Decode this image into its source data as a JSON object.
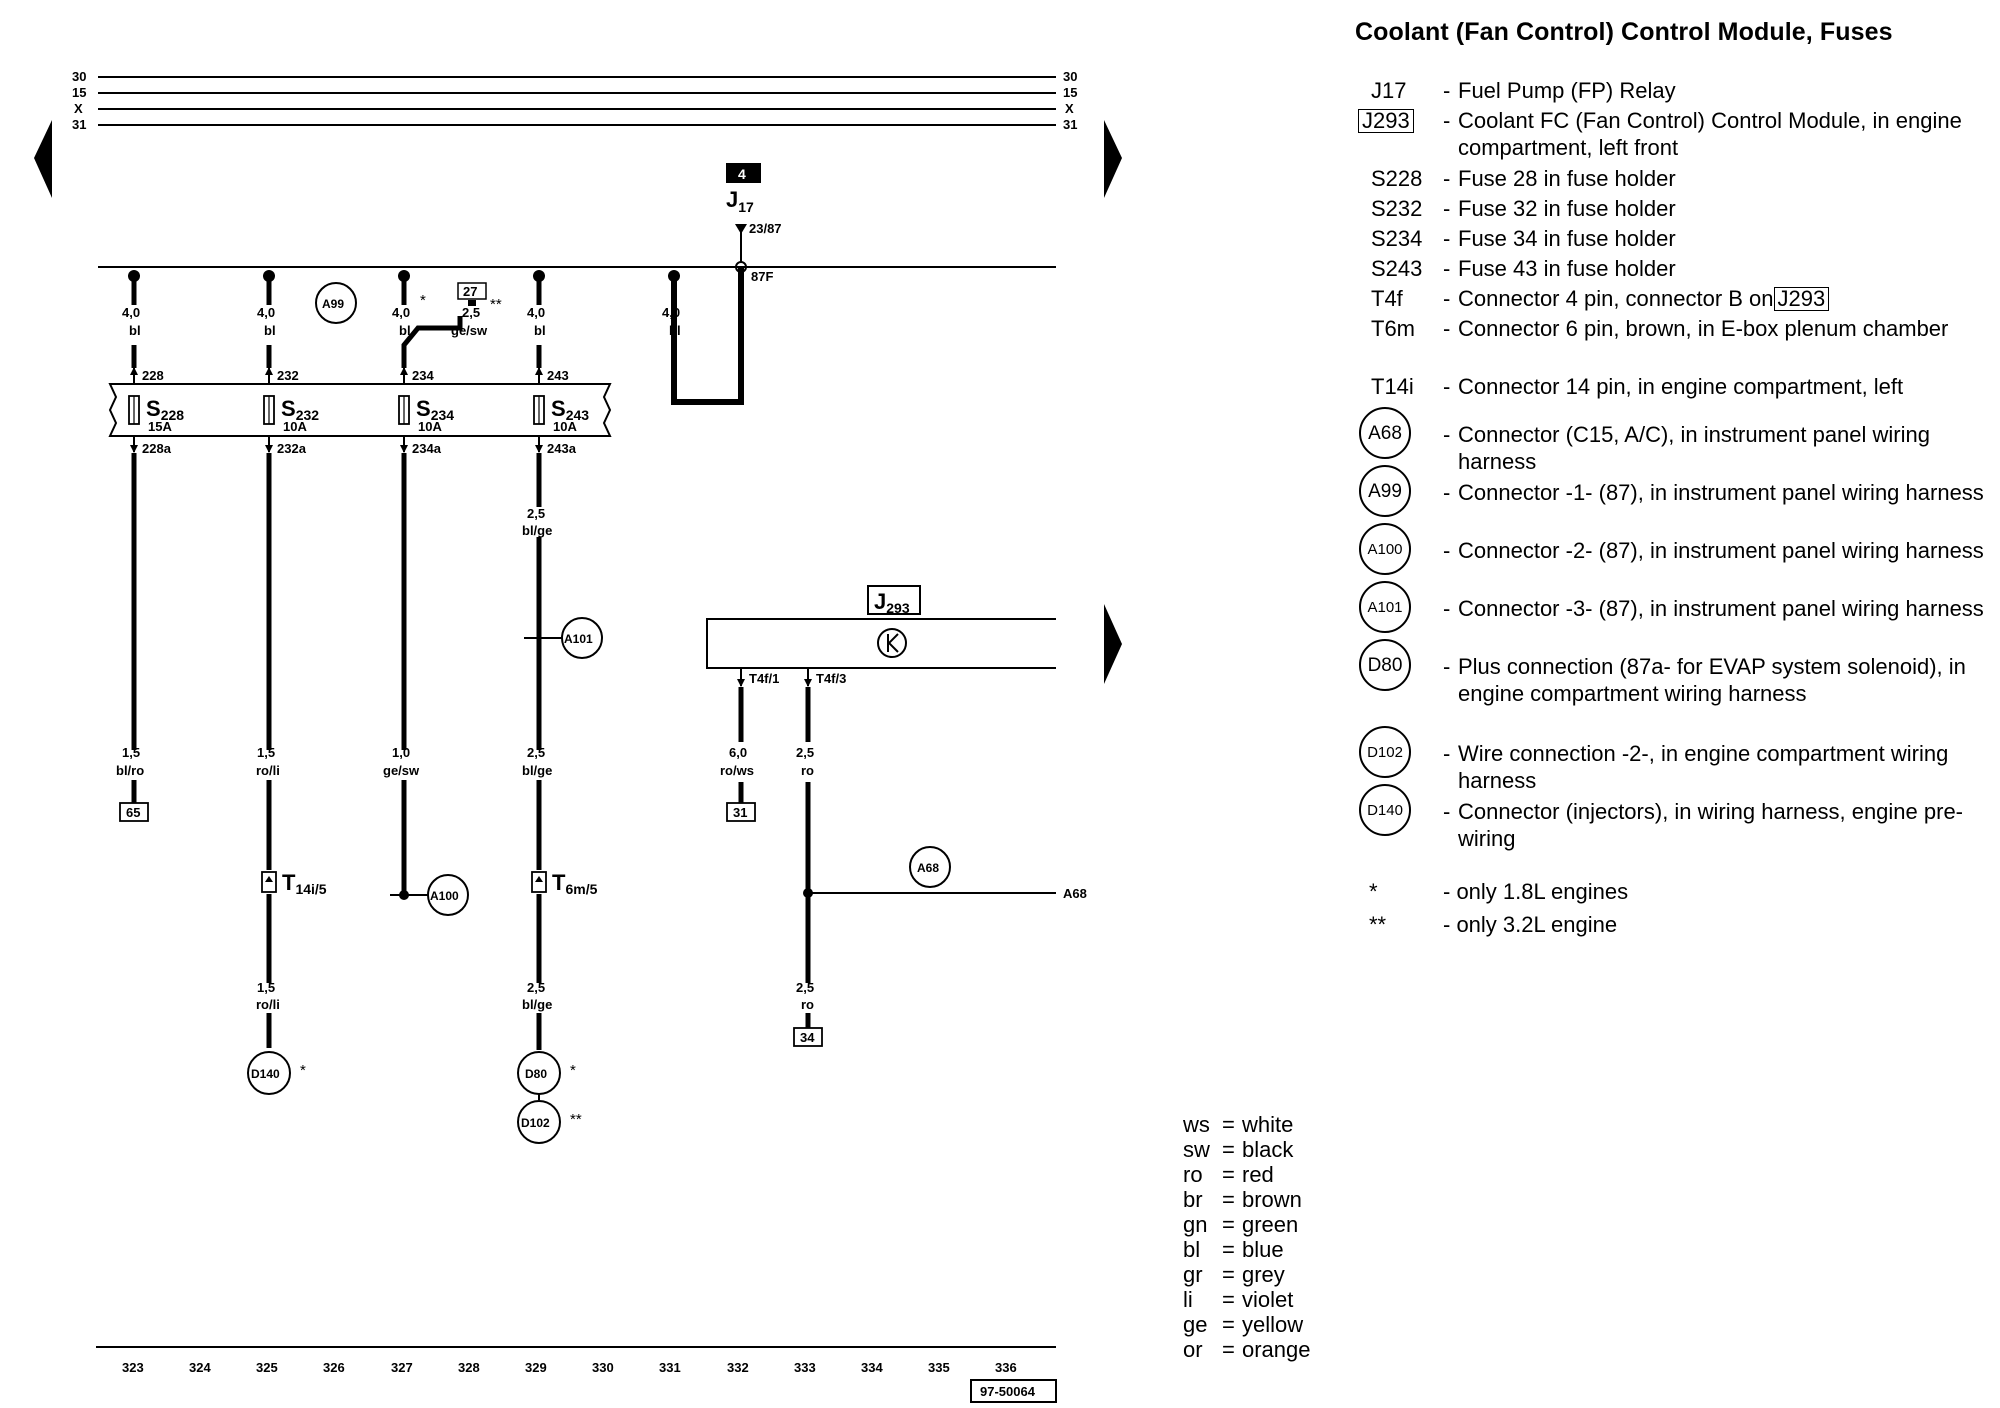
{
  "title": "Coolant (Fan Control) Control Module, Fuses",
  "bus_labels": [
    "30",
    "15",
    "X",
    "31"
  ],
  "relay": {
    "ref": "4",
    "name": "J",
    "sub": "17",
    "terminal": "23/87",
    "out_terminal": "87F"
  },
  "fuses": [
    {
      "id": "s228",
      "name": "S",
      "sub": "228",
      "rating": "15A",
      "in_terminal": "228",
      "out_terminal": "228a",
      "in_wire": {
        "gauge": "4,0",
        "color": "bl"
      },
      "out_wire": {
        "gauge": "1,5",
        "color": "bl/ro"
      }
    },
    {
      "id": "s232",
      "name": "S",
      "sub": "232",
      "rating": "10A",
      "in_terminal": "232",
      "out_terminal": "232a",
      "in_wire": {
        "gauge": "4,0",
        "color": "bl"
      },
      "out_wire": {
        "gauge": "1,5",
        "color": "ro/li"
      }
    },
    {
      "id": "s234",
      "name": "S",
      "sub": "234",
      "rating": "10A",
      "in_terminal": "234",
      "out_terminal": "234a",
      "in_wire": {
        "gauge": "4,0",
        "color": "bl"
      },
      "out_wire": {
        "gauge": "1,0",
        "color": "ge/sw"
      }
    },
    {
      "id": "s243",
      "name": "S",
      "sub": "243",
      "rating": "10A",
      "in_terminal": "243",
      "out_terminal": "243a",
      "in_wire": {
        "gauge": "4,0",
        "color": "bl"
      },
      "out_wire": {
        "gauge": "2,5",
        "color": "bl/ge"
      }
    }
  ],
  "extra_wires": {
    "alt_234": {
      "gauge": "2,5",
      "color": "ge/sw",
      "ref": "27",
      "note": "**"
    },
    "relay_feed": {
      "gauge": "4,0",
      "color": "bl"
    },
    "s243_below": {
      "gauge": "2,5",
      "color": "bl/ge"
    },
    "s232_lower": {
      "gauge": "1,5",
      "color": "ro/li"
    },
    "s243_lower": {
      "gauge": "2,5",
      "color": "bl/ge"
    },
    "t4f1": {
      "gauge": "6,0",
      "color": "ro/ws"
    },
    "t4f3": {
      "gauge": "2,5",
      "color": "ro"
    },
    "t4f3_lower": {
      "gauge": "2,5",
      "color": "ro"
    }
  },
  "star_note_234": "*",
  "connectors": {
    "t14i": {
      "name": "T",
      "sub": "14i/5"
    },
    "t6m": {
      "name": "T",
      "sub": "6m/5"
    },
    "t4f1": "T4f/1",
    "t4f3": "T4f/3"
  },
  "module": {
    "name": "J",
    "sub": "293"
  },
  "circles": {
    "a99": "A99",
    "a101": "A101",
    "a100": "A100",
    "a68": "A68",
    "d140": "D140",
    "d80": "D80",
    "d102": "D102"
  },
  "circle_notes": {
    "d140": "*",
    "d80": "*",
    "d102": "**"
  },
  "a68_side_label": "A68",
  "ground_refs": {
    "g65": "65",
    "g31": "31",
    "g34": "34"
  },
  "grid_numbers": [
    "323",
    "324",
    "325",
    "326",
    "327",
    "328",
    "329",
    "330",
    "331",
    "332",
    "333",
    "334",
    "335",
    "336"
  ],
  "diagram_code": "97-50064",
  "legend_items": [
    {
      "code": "J17",
      "desc": "Fuel Pump (FP) Relay",
      "boxed": false
    },
    {
      "code": "J293",
      "desc": "Coolant FC (Fan Control) Control Module, in engine compartment, left front",
      "boxed": true
    },
    {
      "code": "S228",
      "desc": "Fuse 28 in fuse holder",
      "boxed": false
    },
    {
      "code": "S232",
      "desc": "Fuse 32 in fuse holder",
      "boxed": false
    },
    {
      "code": "S234",
      "desc": "Fuse 34 in fuse holder",
      "boxed": false
    },
    {
      "code": "S243",
      "desc": "Fuse 43 in fuse holder",
      "boxed": false
    },
    {
      "code": "T4f",
      "desc": "Connector 4 pin, connector B on",
      "desc_box": "J293",
      "boxed": false
    },
    {
      "code": "T6m",
      "desc": "Connector 6 pin, brown, in E-box plenum chamber",
      "boxed": false
    },
    {
      "code": "T14i",
      "desc": "Connector 14 pin, in engine compartment, left",
      "boxed": false
    }
  ],
  "legend_circles": [
    {
      "code": "A68",
      "desc": "Connector (C15, A/C), in instrument panel wiring harness"
    },
    {
      "code": "A99",
      "desc": "Connector -1- (87), in instrument panel wiring harness"
    },
    {
      "code": "A100",
      "desc": "Connector -2- (87), in instrument panel wiring harness"
    },
    {
      "code": "A101",
      "desc": "Connector -3- (87), in instrument panel wiring harness"
    },
    {
      "code": "D80",
      "desc": "Plus connection (87a- for EVAP system solenoid), in engine compartment wiring harness"
    },
    {
      "code": "D102",
      "desc": "Wire connection -2-, in engine compartment wiring harness"
    },
    {
      "code": "D140",
      "desc": "Connector (injectors), in wiring harness, engine pre-wiring"
    }
  ],
  "footnotes": [
    {
      "mark": "*",
      "text": "- only 1.8L engines"
    },
    {
      "mark": "**",
      "text": "- only 3.2L engine"
    }
  ],
  "color_key": [
    {
      "abbr": "ws",
      "name": "white"
    },
    {
      "abbr": "sw",
      "name": "black"
    },
    {
      "abbr": "ro",
      "name": "red"
    },
    {
      "abbr": "br",
      "name": "brown"
    },
    {
      "abbr": "gn",
      "name": "green"
    },
    {
      "abbr": "bl",
      "name": "blue"
    },
    {
      "abbr": "gr",
      "name": "grey"
    },
    {
      "abbr": "li",
      "name": "violet"
    },
    {
      "abbr": "ge",
      "name": "yellow"
    },
    {
      "abbr": "or",
      "name": "orange"
    }
  ]
}
